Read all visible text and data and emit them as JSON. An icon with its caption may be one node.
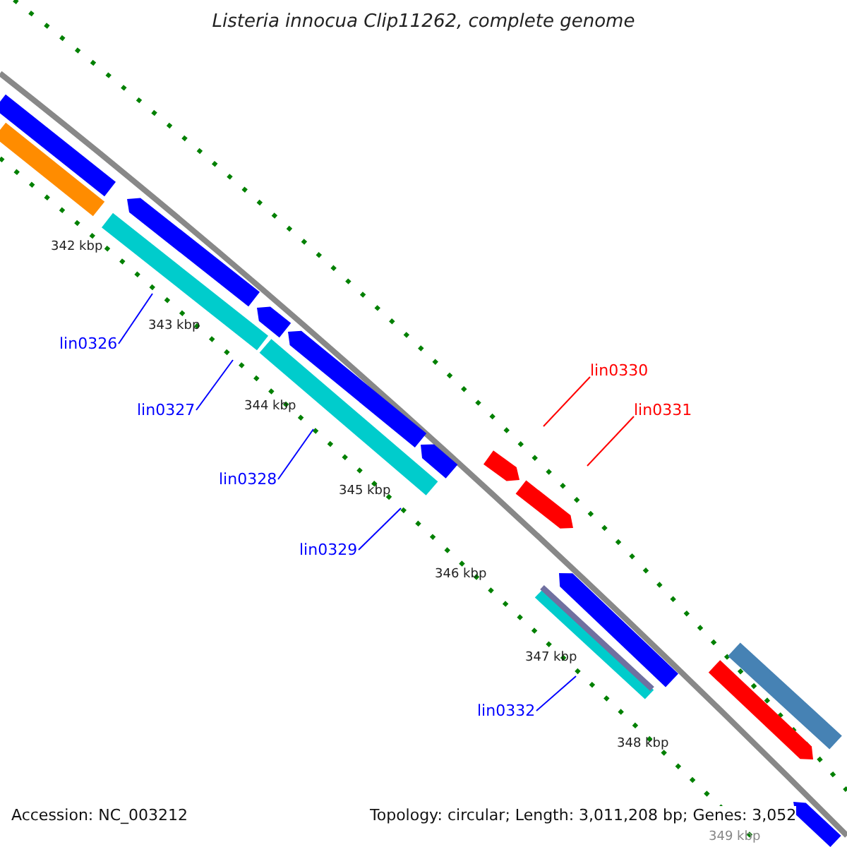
{
  "diagram": {
    "title": "Listeria innocua Clip11262, complete genome",
    "nodes": [
      {
        "text": [
          "lin0326"
        ]
      },
      {
        "text": [
          "lin0327"
        ]
      },
      {
        "text": [
          "lin0328"
        ]
      },
      {
        "text": [
          "lin0329"
        ]
      },
      {
        "text": [
          "lin0330"
        ]
      },
      {
        "text": [
          "lin0331"
        ]
      },
      {
        "text": [
          "lin0332"
        ]
      }
    ],
    "edges": [
      {
        "from": 0,
        "to": null,
        "arrow": "none"
      },
      {
        "from": 1,
        "to": null,
        "arrow": "none"
      },
      {
        "from": 2,
        "to": null,
        "arrow": "none"
      },
      {
        "from": 3,
        "to": null,
        "arrow": "none"
      },
      {
        "from": 4,
        "to": null,
        "arrow": "none",
        "color": "#ff0000"
      },
      {
        "from": 5,
        "to": null,
        "arrow": "none",
        "color": "#ff0000"
      },
      {
        "from": 6,
        "to": null,
        "arrow": "none"
      }
    ],
    "labels": [
      "342 kbp",
      "343 kbp",
      "344 kbp",
      "345 kbp",
      "346 kbp",
      "347 kbp",
      "348 kbp",
      "349 kbp",
      "Accession: NC_003212",
      "Topology: circular; Length: 3,011,208 bp; Genes: 3,052"
    ]
  }
}
